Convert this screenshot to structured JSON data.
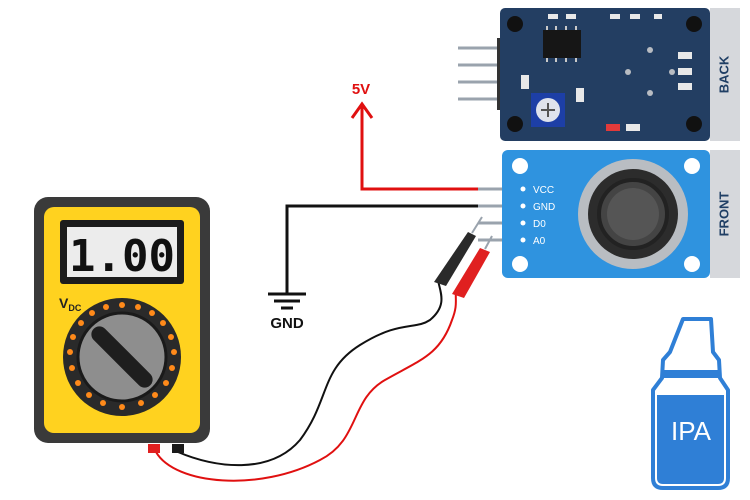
{
  "multimeter": {
    "display": "1.00",
    "mode_main": "V",
    "mode_sub": "DC"
  },
  "sensor_back": {
    "side_label": "BACK"
  },
  "sensor_front": {
    "side_label": "FRONT",
    "pins": [
      "VCC",
      "GND",
      "D0",
      "A0"
    ]
  },
  "supply": {
    "label": "5V"
  },
  "ground": {
    "label": "GND"
  },
  "bottle": {
    "label": "IPA"
  },
  "colors": {
    "meter_body": "#ffd21f",
    "meter_border": "#3a3a3a",
    "pcb_back": "#233e62",
    "pcb_front": "#2f93df",
    "wire_red": "#e01010",
    "bottle": "#2f7fd6",
    "probe_red": "#e02020",
    "probe_black": "#2a2a2a"
  },
  "icons": [
    "multimeter-icon",
    "gas-sensor-back-icon",
    "gas-sensor-front-icon",
    "ground-symbol-icon",
    "ipa-bottle-icon",
    "up-arrow-icon"
  ]
}
